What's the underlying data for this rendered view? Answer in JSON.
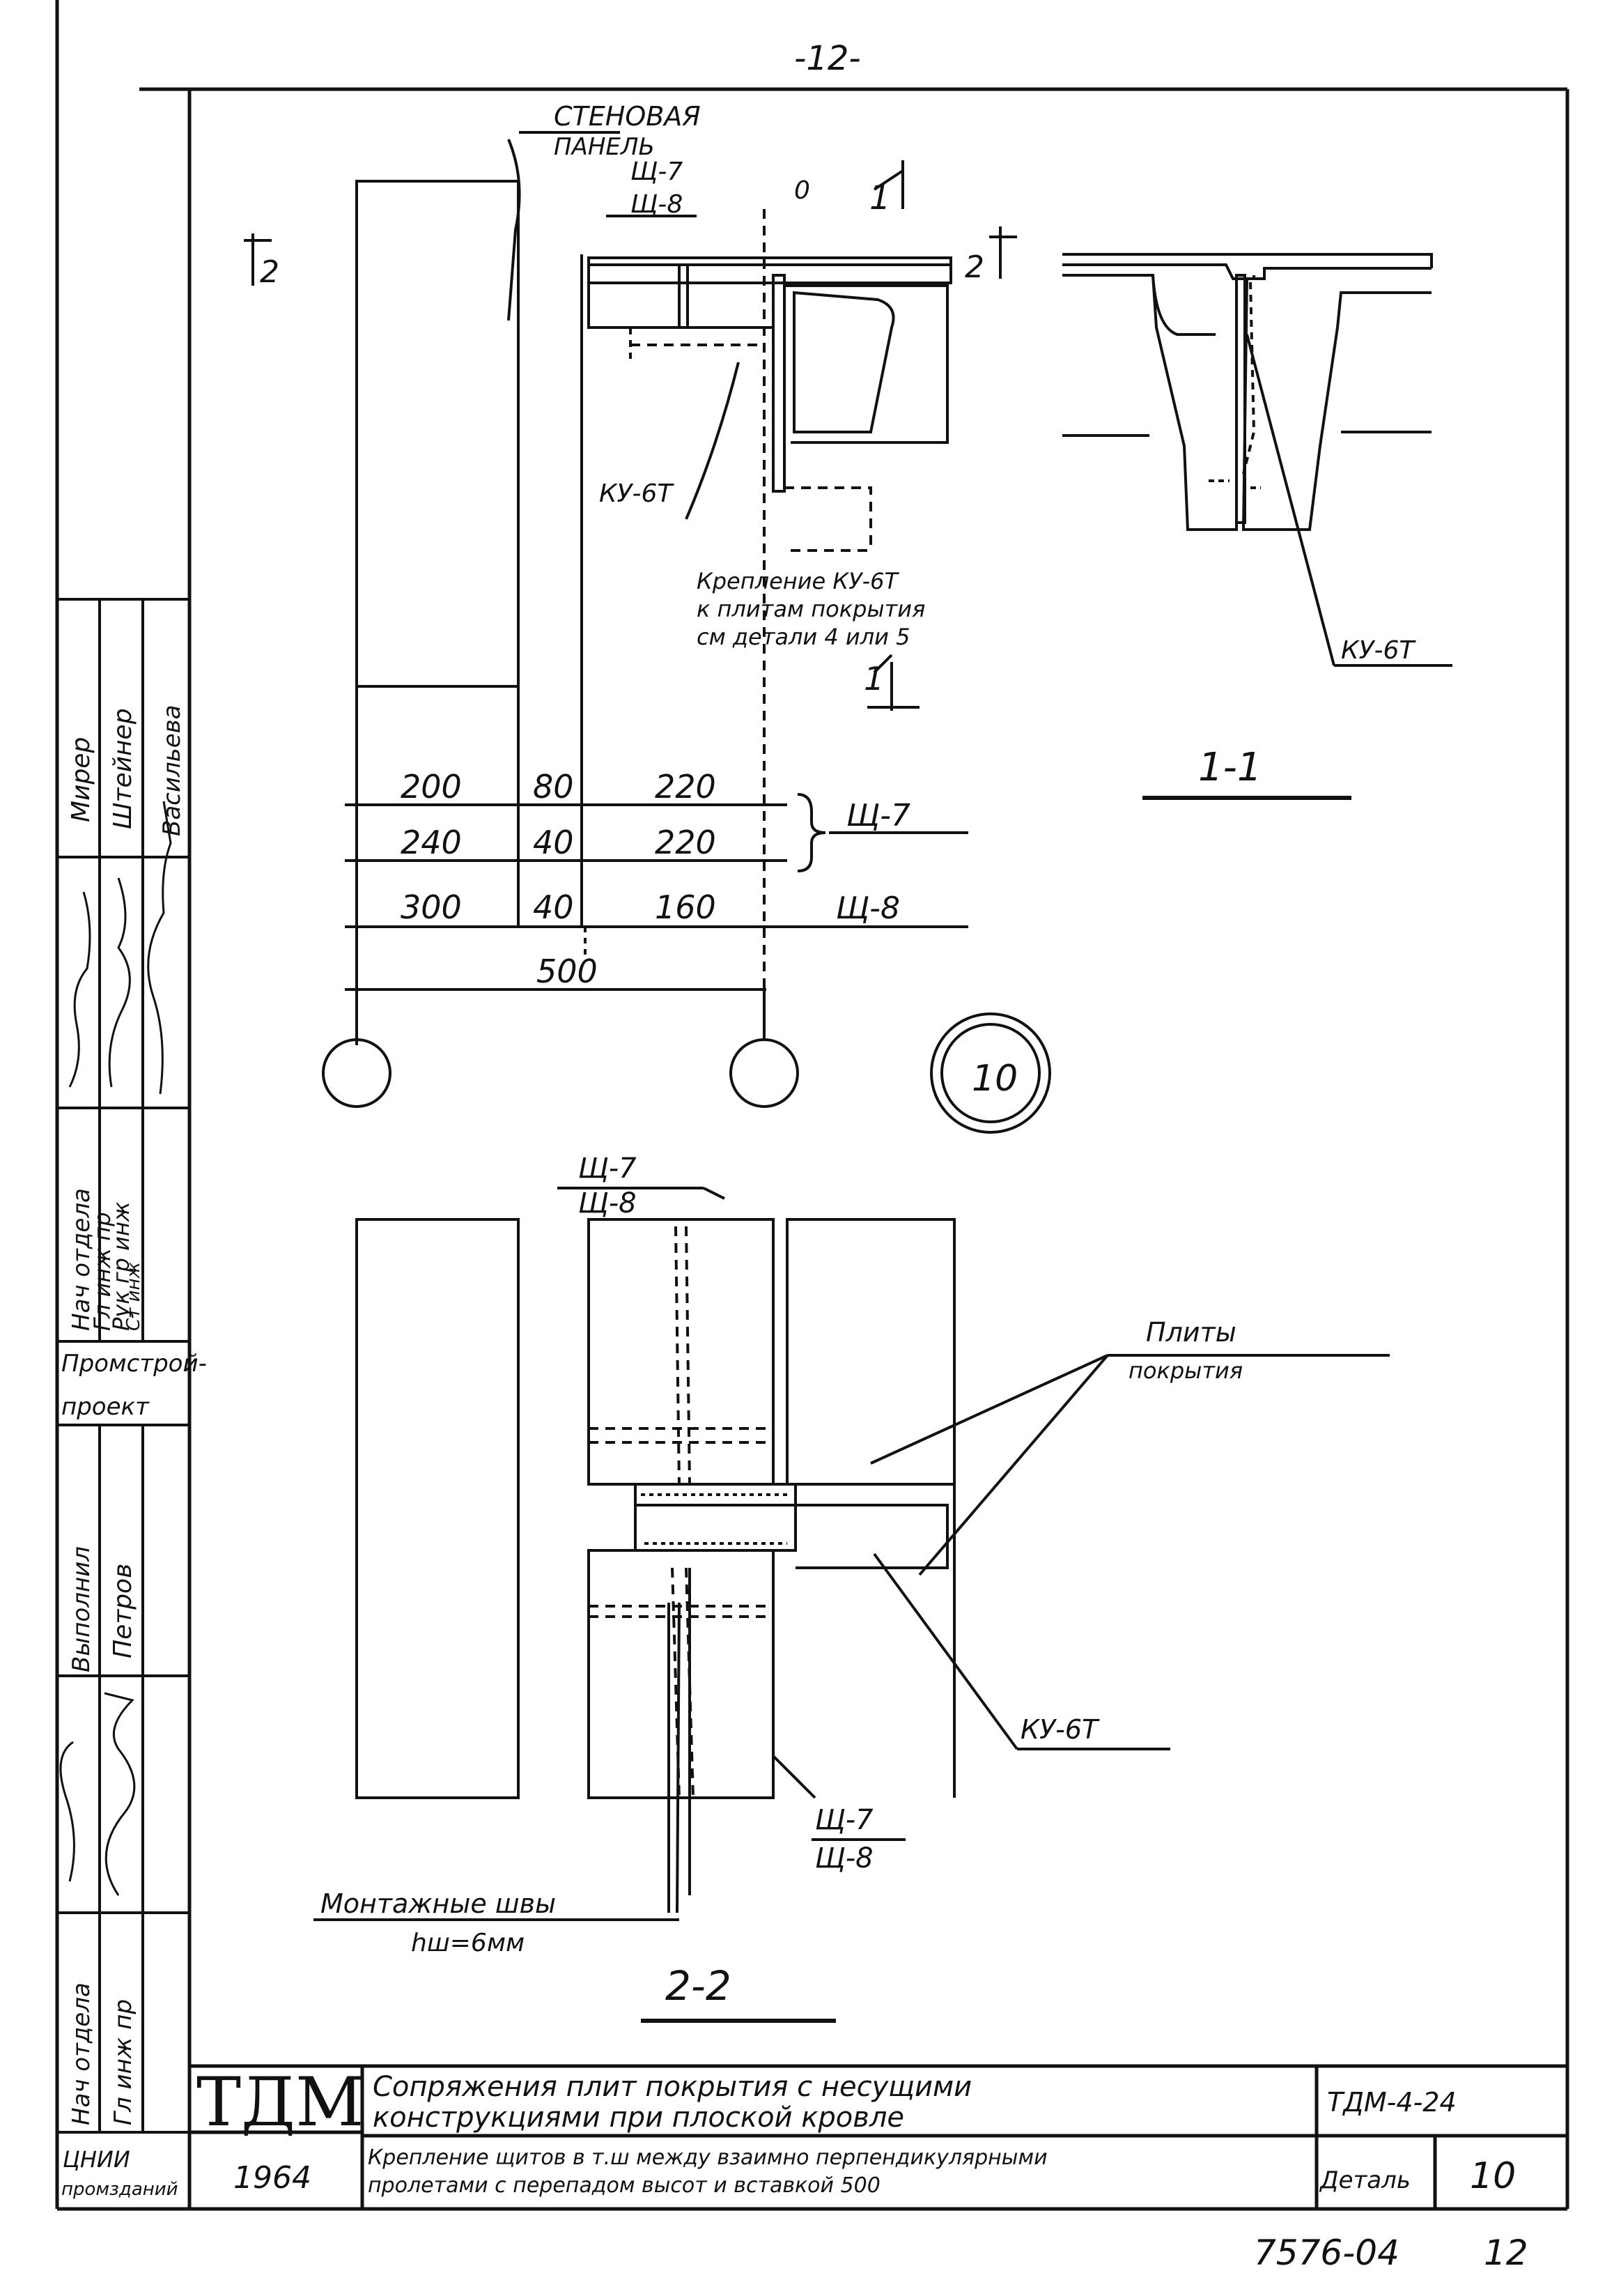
{
  "page_number_top": "-12-",
  "labels": {
    "wall_panel": [
      "СТЕНОВАЯ",
      "ПАНЕЛЬ"
    ],
    "shch7": "Щ-7",
    "shch8": "Щ-8",
    "zero": "0",
    "sec1": "1",
    "sec2": "2",
    "ku6t": "КУ-6Т",
    "note": [
      "Крепление КУ-6Т",
      "к плитам покрытия",
      "см детали 4 или 5"
    ],
    "section_11": "1-1",
    "section_22": "2-2",
    "circle_label": "10",
    "slabs": [
      "Плиты",
      "покрытия"
    ],
    "seams": "Монтажные швы",
    "seam_h": "hш=6мм"
  },
  "dimensions": {
    "row1": [
      "200",
      "80",
      "220"
    ],
    "row2": [
      "240",
      "40",
      "220"
    ],
    "row3": [
      "300",
      "40",
      "160"
    ],
    "total": "500"
  },
  "left_panel": {
    "col1": [
      "Нач отдела",
      "Гл инж пр",
      "Рук гр инж",
      "Ст инж"
    ],
    "col3": [
      "Мирер",
      "Штейнер",
      "Васильева"
    ],
    "org1": "Промстрой-",
    "org2": "проект",
    "col_lower1": [
      "Выполнил",
      "Нач отдела",
      "Гл инж пр"
    ],
    "col_lower2": [
      "Петров"
    ],
    "org_bottom": [
      "ЦНИИ",
      "промзданий"
    ]
  },
  "title_block": {
    "logo": "ТДМ",
    "year": "1964",
    "title_line1": "Сопряжения плит покрытия с несущими",
    "title_line2": "конструкциями при плоской кровле",
    "desc_line1": "Крепление щитов в т.ш между взаимно перпендикулярными",
    "desc_line2": "пролетами с перепадом высот и вставкой 500",
    "code": "ТДМ-4-24",
    "detail_label": "Деталь",
    "detail_num": "10"
  },
  "footer": {
    "doc_num": "7576-04",
    "page": "12"
  }
}
